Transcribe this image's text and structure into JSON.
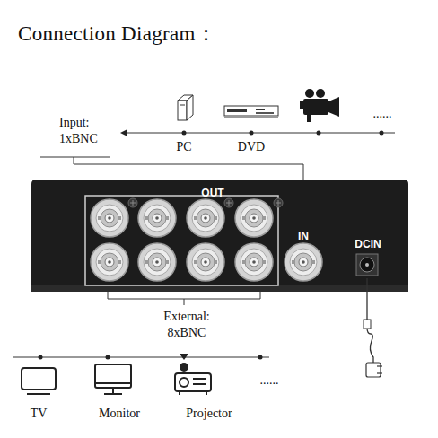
{
  "diagram": {
    "title": "Connection Diagram：",
    "nodes": [
      {
        "text": [
          "OUT",
          "IN",
          "DCIN"
        ]
      }
    ],
    "labels": [
      "Input: 1xBNC",
      "PC",
      "DVD",
      "......",
      "External: 8xBNC",
      "TV",
      "Monitor",
      "Projector",
      "......"
    ]
  }
}
